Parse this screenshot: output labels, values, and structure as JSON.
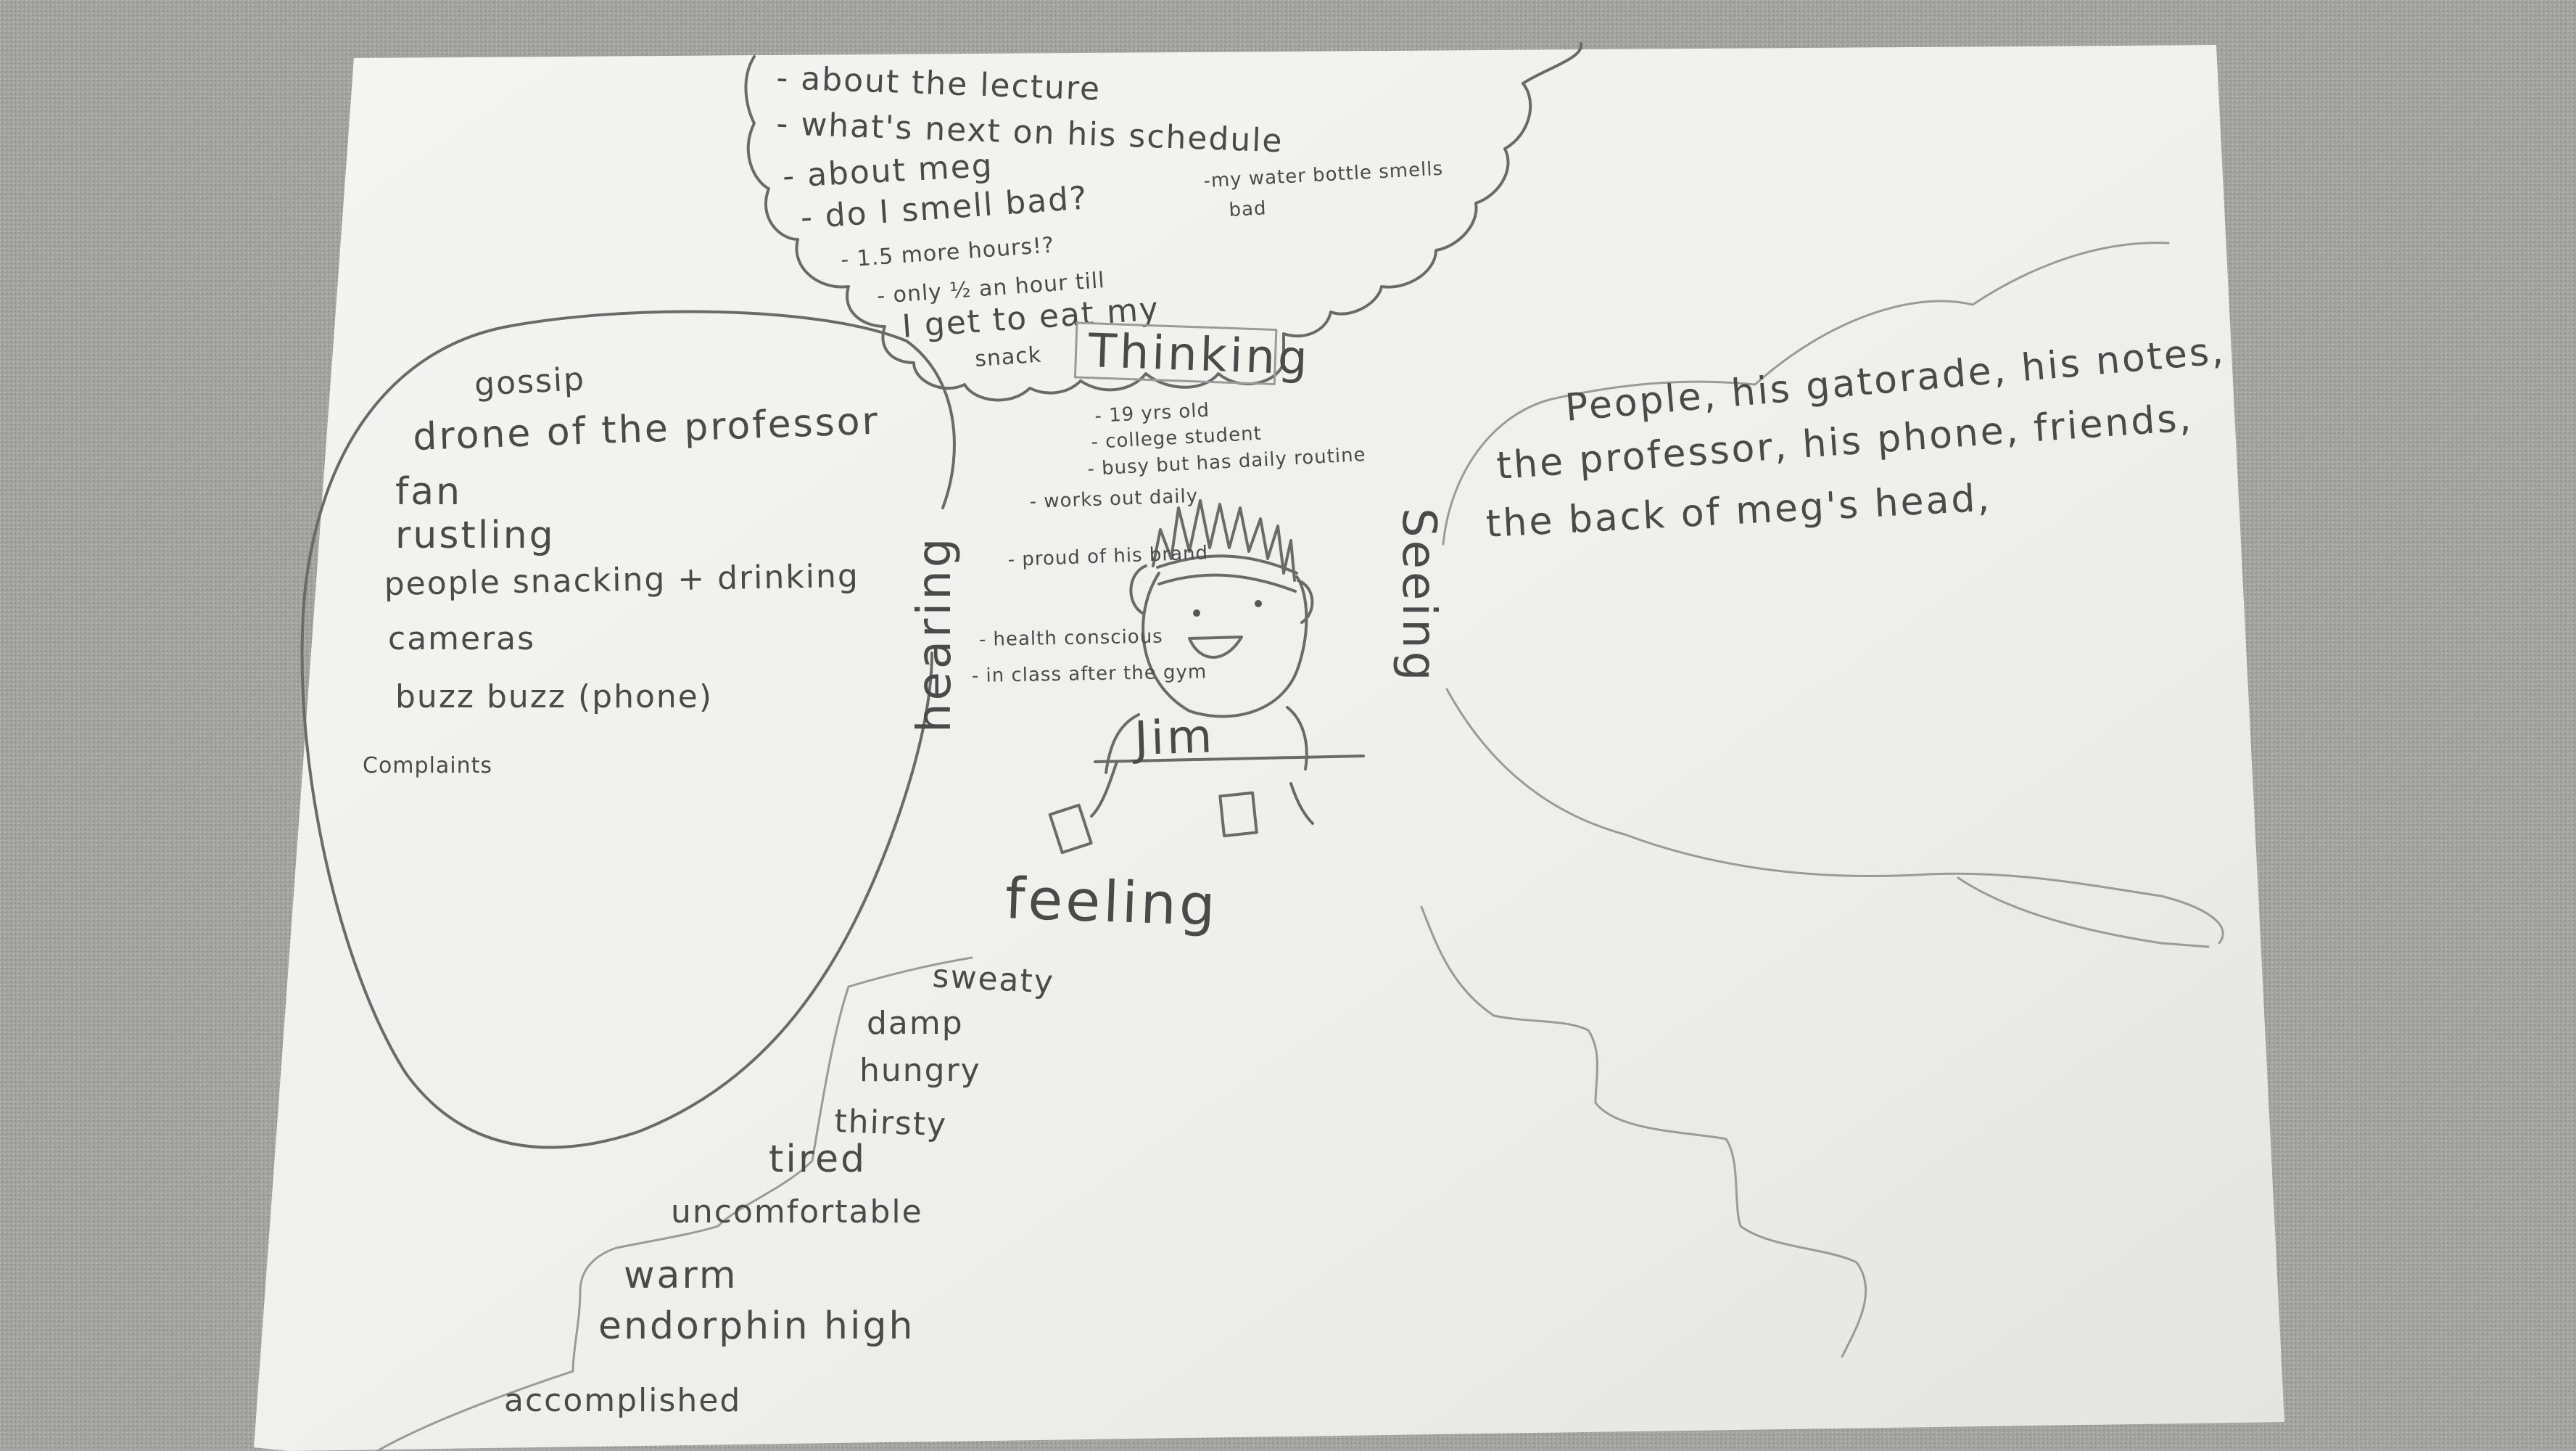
{
  "character": {
    "name": "Jim",
    "traits": [
      "- 19 yrs old",
      "- college student",
      "- busy but has daily routine",
      "- works out daily",
      "- proud of his brand",
      "- health conscious",
      "- in class after the gym"
    ]
  },
  "thinking": {
    "label": "Thinking",
    "items": [
      "- about the lecture",
      "- what's next on his schedule",
      "- about meg",
      "- do I smell bad?",
      "- 1.5 more hours!?",
      "- only ½ an hour till",
      "I get to eat my",
      "snack"
    ],
    "side_note_line1": "-my water bottle smells",
    "side_note_line2": "bad"
  },
  "hearing": {
    "label": "hearing",
    "items": [
      "gossip",
      "drone of the professor",
      "fan",
      "rustling",
      "people snacking + drinking",
      "cameras",
      "buzz buzz (phone)",
      "Complaints"
    ]
  },
  "seeing": {
    "label": "Seeing",
    "line1": "People, his gatorade, his notes,",
    "line2": "the professor, his phone, friends,",
    "line3": "the back of meg's head,"
  },
  "feeling": {
    "label": "feeling",
    "items": [
      "sweaty",
      "damp",
      "hungry",
      "thirsty",
      "tired",
      "uncomfortable",
      "warm",
      "endorphin high",
      "accomplished"
    ]
  }
}
